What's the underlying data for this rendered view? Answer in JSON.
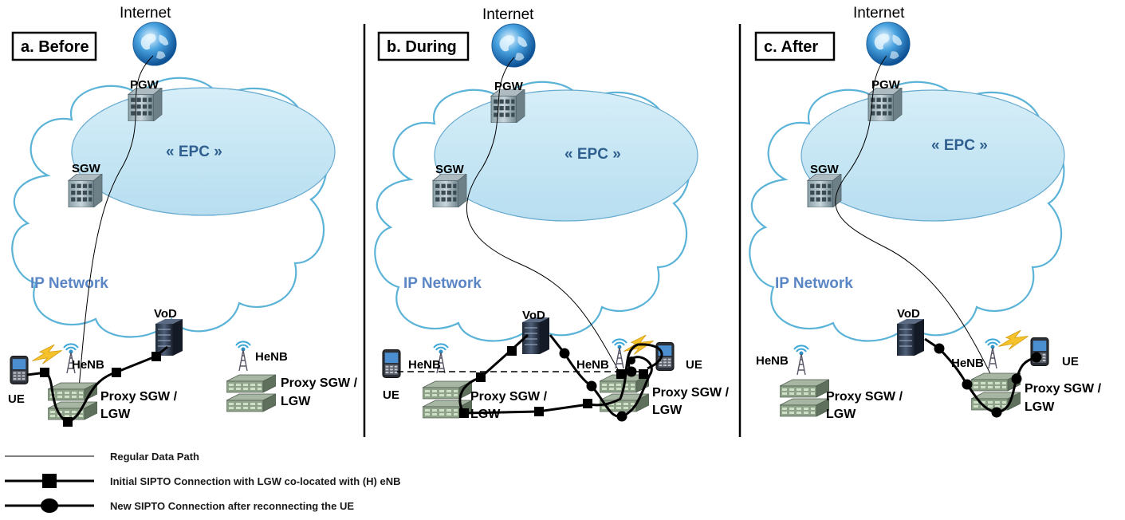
{
  "panels": [
    {
      "label": "a. Before",
      "internet": "Internet",
      "pgw": "PGW",
      "sgw": "SGW",
      "epc": "« EPC »",
      "ip_network": "IP Network",
      "vod": "VoD",
      "ue": "UE",
      "henb_1": "HeNB",
      "proxy_1": [
        "Proxy SGW /",
        "LGW"
      ],
      "henb_2": "HeNB",
      "proxy_2": [
        "Proxy SGW /",
        "LGW"
      ]
    },
    {
      "label": "b. During",
      "internet": "Internet",
      "pgw": "PGW",
      "sgw": "SGW",
      "epc": "« EPC »",
      "ip_network": "IP Network",
      "vod": "VoD",
      "ue_1": "UE",
      "henb_1": "HeNB",
      "proxy_1": [
        "Proxy SGW /",
        "LGW"
      ],
      "ue_2": "UE",
      "henb_2": "HeNB",
      "proxy_2": [
        "Proxy SGW /",
        "LGW"
      ]
    },
    {
      "label": "c. After",
      "internet": "Internet",
      "pgw": "PGW",
      "sgw": "SGW",
      "epc": "« EPC »",
      "ip_network": "IP Network",
      "vod": "VoD",
      "henb_1": "HeNB",
      "proxy_1": [
        "Proxy SGW /",
        "LGW"
      ],
      "henb_2": "HeNB",
      "ue": "UE",
      "proxy_2": [
        "Proxy SGW /",
        "LGW"
      ]
    }
  ],
  "legend": [
    {
      "marker": "none",
      "text": "Regular Data Path"
    },
    {
      "marker": "square",
      "text": "Initial SIPTO Connection with LGW co-located with (H) eNB"
    },
    {
      "marker": "circle",
      "text": "New SIPTO Connection after reconnecting the UE"
    }
  ],
  "colors": {
    "cloud_stroke": "#5bb3d8",
    "epc_fill": "#c9e6f4",
    "epc_label": "#2f5f8f",
    "ip_network_label": "#5b86c5",
    "path": "#000000"
  }
}
